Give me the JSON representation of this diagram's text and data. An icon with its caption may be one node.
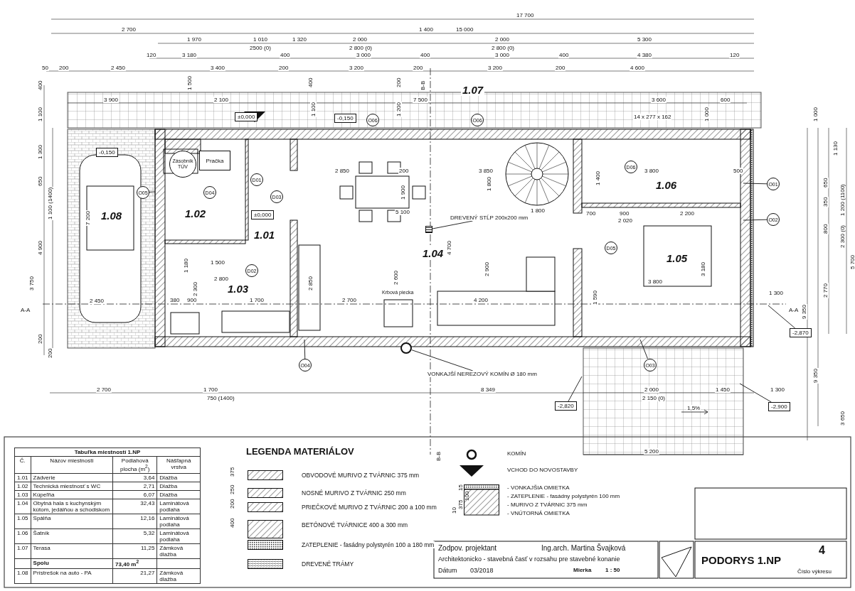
{
  "diagram": {
    "nodes": [
      {
        "text": [
          "1.01"
        ]
      },
      {
        "text": [
          "1.02"
        ]
      },
      {
        "text": [
          "1.03"
        ]
      },
      {
        "text": [
          "1.04"
        ]
      },
      {
        "text": [
          "1.05"
        ]
      },
      {
        "text": [
          "1.06"
        ]
      },
      {
        "text": [
          "1.07"
        ]
      },
      {
        "text": [
          "1.08"
        ]
      },
      {
        "text": [
          "Zásobník TÚV"
        ]
      },
      {
        "text": [
          "Pračka"
        ]
      },
      {
        "text": [
          "Krbová piecka"
        ]
      },
      {
        "text": [
          "D01"
        ]
      },
      {
        "text": [
          "D02"
        ]
      },
      {
        "text": [
          "D03"
        ]
      },
      {
        "text": [
          "D04"
        ]
      },
      {
        "text": [
          "D05"
        ]
      },
      {
        "text": [
          "D06"
        ]
      },
      {
        "text": [
          "O01"
        ]
      },
      {
        "text": [
          "O02"
        ]
      },
      {
        "text": [
          "O03"
        ]
      },
      {
        "text": [
          "O04"
        ]
      },
      {
        "text": [
          "O05"
        ]
      },
      {
        "text": [
          "O06"
        ]
      },
      {
        "text": [
          "O06"
        ]
      },
      {
        "text": [
          "±0,000"
        ]
      },
      {
        "text": [
          "±0,000"
        ]
      },
      {
        "text": [
          "-0,150"
        ]
      },
      {
        "text": [
          "-0,150"
        ]
      },
      {
        "text": [
          "-2,870"
        ]
      },
      {
        "text": [
          "-2,820"
        ]
      },
      {
        "text": [
          "-2,900"
        ]
      },
      {
        "text": [
          "DREVENÝ STĹP 200x200 mm"
        ]
      },
      {
        "text": [],
        "shape": "box"
      },
      {
        "text": [
          "VONKAJŠÍ NEREZOVÝ KOMÍN Ø 180 mm"
        ]
      },
      {
        "text": [],
        "shape": "circle"
      }
    ],
    "edges": [
      {
        "from": 31,
        "to": 32,
        "arrow": "none"
      },
      {
        "from": 33,
        "to": 34,
        "arrow": "none"
      },
      {
        "from": 28,
        "to": null,
        "arrow": "none"
      },
      {
        "from": 29,
        "to": null,
        "arrow": "none"
      },
      {
        "from": 30,
        "to": null,
        "arrow": "none"
      },
      {
        "from": 17,
        "to": null,
        "arrow": "none"
      },
      {
        "from": 18,
        "to": null,
        "arrow": "none"
      },
      {
        "from": 19,
        "to": null,
        "arrow": "none"
      },
      {
        "from": 20,
        "to": null,
        "arrow": "none"
      },
      {
        "from": 21,
        "to": null,
        "arrow": "none"
      }
    ],
    "labels": [
      "17 700",
      "2 700",
      "15 000",
      "1 970",
      "1 010",
      "2500 (0)",
      "1 320",
      "2 000",
      "2 800 (0)",
      "1 400",
      "2 000",
      "2 800 (0)",
      "5 300",
      "120",
      "3 180",
      "400",
      "3 000",
      "400",
      "3 000",
      "400",
      "4 380",
      "120",
      "50",
      "200",
      "2 450",
      "3 400",
      "200",
      "3 200",
      "200",
      "3 200",
      "200",
      "4 600",
      "3 900",
      "1 500",
      "2 100",
      "400",
      "1 100",
      "400",
      "1 100",
      "200",
      "1 200",
      "7 500",
      "3 600",
      "1 000",
      "600",
      "14 x 277 x 162",
      "1 000",
      "1 300",
      "650",
      "1 100 (1400)",
      "4 900",
      "3 750",
      "200",
      "200",
      "7 200",
      "2 450",
      "1 130",
      "650",
      "1 200 (1100)",
      "350",
      "800",
      "2 300 (0)",
      "5 700",
      "2 770",
      "9 350",
      "9 350",
      "3 650",
      "2 850",
      "200",
      "3 850",
      "1 900",
      "5 100",
      "1 800",
      "1 800",
      "4 700",
      "2 900",
      "2 600",
      "2 800",
      "1 500",
      "2 300",
      "1 180",
      "900",
      "1 700",
      "2 700",
      "4 200",
      "2 850",
      "380",
      "3 800",
      "1 400",
      "700",
      "900",
      "2 200",
      "2 020",
      "3 800",
      "3 180",
      "1 590",
      "1 300",
      "500",
      "2 700",
      "1 700",
      "8 349",
      "750 (1400)",
      "2 000",
      "2 150 (0)",
      "1 450",
      "1 300",
      "5 200",
      "1,5%",
      "A-A",
      "A-A",
      "B-B",
      "B-B",
      "LEGENDA MATERIÁLOV",
      "375",
      "250",
      "200",
      "400",
      "15",
      "100",
      "375",
      "10",
      "Zodpov. projektant",
      "Ing.arch. Martina Švajková",
      "Architektonicko - stavebná časť v rozsahu pre stavebné konanie",
      "Dátum",
      "03/2018",
      "Mierka",
      "1 : 50",
      "PODORYS 1.NP",
      "4",
      "Číslo výkresu",
      "Tabuľka miestností 1.NP",
      "Č.",
      "Názov miestnosti",
      "Podlahová plocha (m$^{2}$)",
      "Nášľapná vrstva",
      "1.01",
      "Zádverie",
      "3,64",
      "Dlažba",
      "1.02",
      "Technická miestnosť s WC",
      "2,71",
      "Dlažba",
      "1.03",
      "Kúpeľňa",
      "6,07",
      "Dlažba",
      "1.04",
      "Obytná hala s kuchynským kútom, jedálňou a schodiskom",
      "32,43",
      "Laminátová podlaha",
      "1.05",
      "Spálňa",
      "12,16",
      "Laminátová podlaha",
      "1.06",
      "Šatník",
      "5,32",
      "Laminátová podlaha",
      "1.07",
      "Terasa",
      "11,25",
      "Zámková dlažba",
      "Spolu",
      "73,40 m$^{2}$",
      "1.08",
      "Prístrešok na auto - PA",
      "21,27",
      "Zámková dlažba"
    ],
    "legend": [
      {
        "text": "OBVODOVÉ MURIVO Z TVÁRNIC 375 mm"
      },
      {
        "text": "NOSNÉ MURIVO Z TVÁRNIC 250 mm"
      },
      {
        "text": "PRIEČKOVÉ MURIVO Z TVÁRNIC 200 a 100 mm"
      },
      {
        "text": "BETÓNOVÉ TVÁRNICE 400 a 300 mm"
      },
      {
        "text": "ZATEPLENIE - fasádny polystyrén 100 a 180 mm"
      },
      {
        "text": "DREVENÉ TRÁMY"
      },
      {
        "text": "KOMÍN"
      },
      {
        "text": "VCHOD DO NOVOSTAVBY"
      },
      {
        "text": "- VONKAJŠIA OMIETKA"
      },
      {
        "text": "- ZATEPLENIE - fasádny polystyrén 100 mm"
      },
      {
        "text": "- MURIVO Z TVÁRNIC 375 mm"
      },
      {
        "text": "- VNÚTORNÁ OMIETKA"
      }
    ]
  }
}
